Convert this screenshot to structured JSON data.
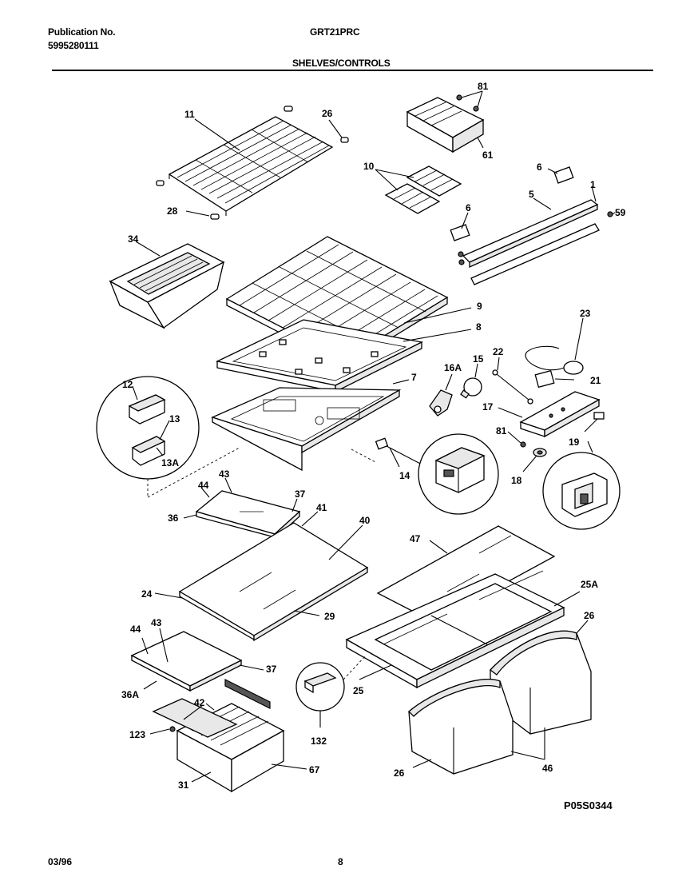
{
  "header": {
    "publication_label": "Publication No.",
    "publication_number": "5995280111",
    "model": "GRT21PRC",
    "section_title": "SHELVES/CONTROLS"
  },
  "footer": {
    "date": "03/96",
    "page": "8"
  },
  "diagram_code": "P05S0344",
  "callouts": {
    "c11": "11",
    "c26a": "26",
    "c28": "28",
    "c81a": "81",
    "c61": "61",
    "c10": "10",
    "c6a": "6",
    "c5": "5",
    "c1": "1",
    "c59": "59",
    "c6b": "6",
    "c34": "34",
    "c9": "9",
    "c8": "8",
    "c23": "23",
    "c22": "22",
    "c21": "21",
    "c16a": "16A",
    "c15": "15",
    "c7": "7",
    "c17": "17",
    "c81b": "81",
    "c19": "19",
    "c18": "18",
    "c12": "12",
    "c13": "13",
    "c13a": "13A",
    "c14": "14",
    "c44a": "44",
    "c43a": "43",
    "c37a": "37",
    "c36": "36",
    "c41": "41",
    "c40": "40",
    "c47": "47",
    "c24": "24",
    "c29": "29",
    "c25a": "25A",
    "c26b": "26",
    "c44b": "44",
    "c43b": "43",
    "c37b": "37",
    "c36a": "36A",
    "c42": "42",
    "c123": "123",
    "c31": "31",
    "c67": "67",
    "c132": "132",
    "c25": "25",
    "c26c": "26",
    "c46": "46"
  }
}
